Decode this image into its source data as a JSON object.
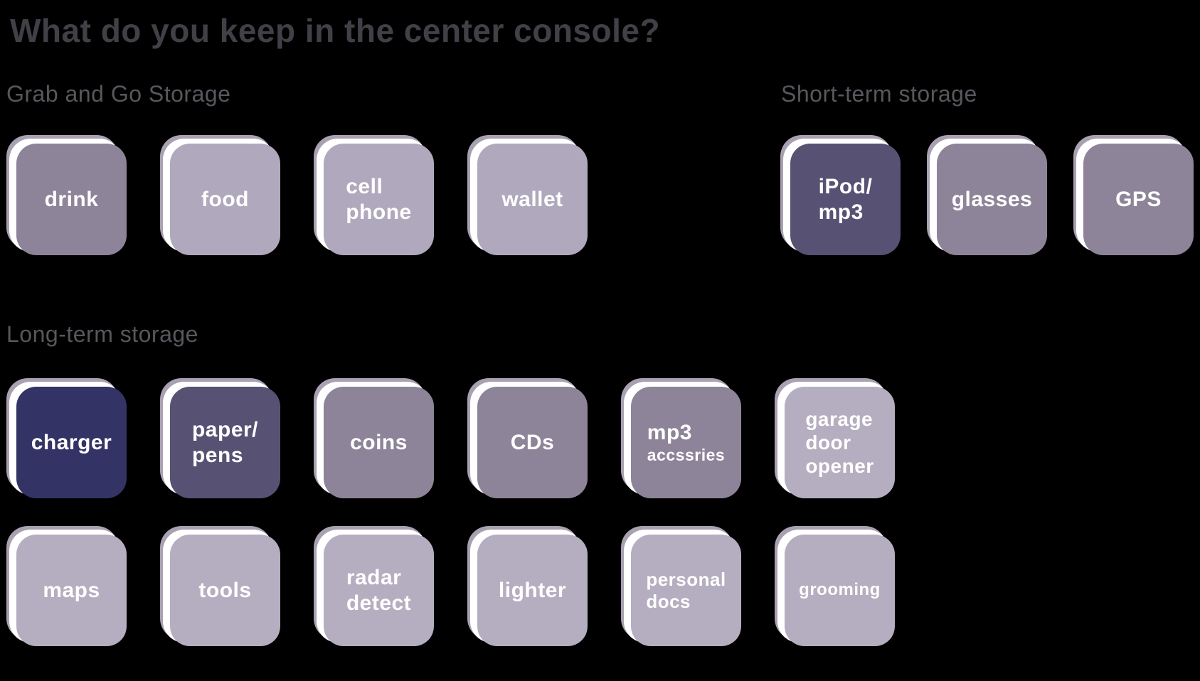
{
  "palette": {
    "canvas-bg": "#000000",
    "title-color": "#404046",
    "heading-color": "#57575d",
    "tile-back": "#a9a1b2",
    "tile-mid": "#ffffff",
    "tile-text": "#ffffff",
    "shade-darkest": "#343366",
    "shade-dark": "#575273",
    "shade-medium": "#8e8499",
    "shade-light": "#b0a8bc",
    "shade-lightest": "#b5aec0"
  },
  "chart_data": {
    "type": "heatmap",
    "title": "What do you keep in the center console?",
    "legend_position": "none",
    "note": "Tiles are color-shaded; no numeric values or legend are shown in the image.",
    "groups": [
      {
        "name": "Grab and Go Storage",
        "items": [
          {
            "label": "drink",
            "color": "#8e8499"
          },
          {
            "label": "food",
            "color": "#b0a8bc"
          },
          {
            "label": "cell\nphone",
            "color": "#b0a8bc"
          },
          {
            "label": "wallet",
            "color": "#b0a8bc"
          }
        ]
      },
      {
        "name": "Short-term storage",
        "items": [
          {
            "label": "iPod/\nmp3",
            "color": "#575273"
          },
          {
            "label": "glasses",
            "color": "#8e8499"
          },
          {
            "label": "GPS",
            "color": "#8e8499"
          }
        ]
      },
      {
        "name": "Long-term storage",
        "items": [
          {
            "label": "charger",
            "color": "#343366"
          },
          {
            "label": "paper/\npens",
            "color": "#575273"
          },
          {
            "label": "coins",
            "color": "#8e8499"
          },
          {
            "label": "CDs",
            "color": "#8e8499"
          },
          {
            "label": "mp3",
            "sub": "accssries",
            "color": "#8e8499"
          },
          {
            "label": "garage\ndoor\nopener",
            "color": "#b5aec0"
          },
          {
            "label": "maps",
            "color": "#b5aec0"
          },
          {
            "label": "tools",
            "color": "#b5aec0"
          },
          {
            "label": "radar\ndetect",
            "color": "#b5aec0"
          },
          {
            "label": "lighter",
            "color": "#b5aec0"
          },
          {
            "label": "personal\ndocs",
            "color": "#b5aec0"
          },
          {
            "label": "grooming",
            "color": "#b5aec0"
          }
        ]
      }
    ]
  }
}
